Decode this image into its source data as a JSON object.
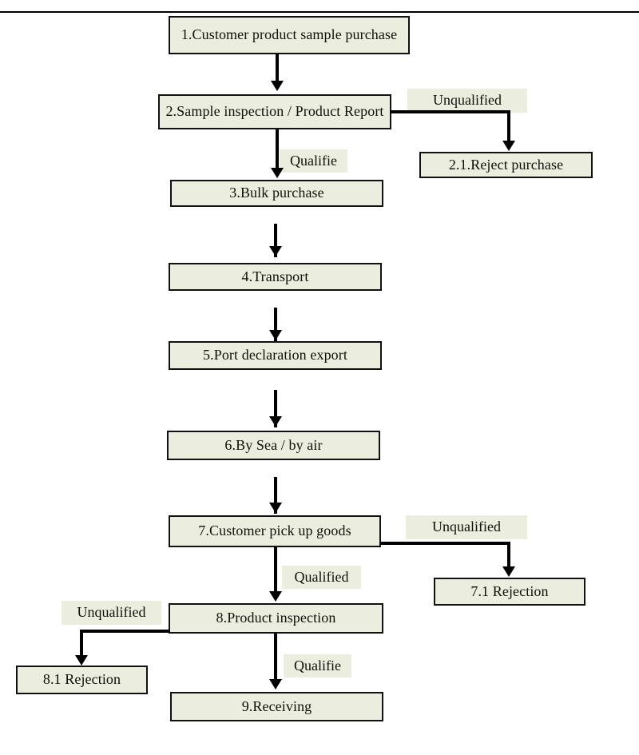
{
  "diagram": {
    "title": "Customer purchase and inspection process flowchart",
    "colors": {
      "node_fill": "#ebeede",
      "node_border": "#111111",
      "label_fill": "#ebeede",
      "connector": "#000000",
      "page_background": "#ffffff"
    },
    "nodes": [
      {
        "id": "n1",
        "label": "1.Customer product sample purchase"
      },
      {
        "id": "n2",
        "label": "2.Sample inspection / Product Report"
      },
      {
        "id": "n21",
        "label": "2.1.Reject purchase"
      },
      {
        "id": "n3",
        "label": "3.Bulk purchase"
      },
      {
        "id": "n4",
        "label": "4.Transport"
      },
      {
        "id": "n5",
        "label": "5.Port declaration export"
      },
      {
        "id": "n6",
        "label": "6.By Sea / by air"
      },
      {
        "id": "n7",
        "label": "7.Customer pick up goods"
      },
      {
        "id": "n71",
        "label": "7.1 Rejection"
      },
      {
        "id": "n8",
        "label": "8.Product inspection"
      },
      {
        "id": "n81",
        "label": "8.1 Rejection"
      },
      {
        "id": "n9",
        "label": "9.Receiving"
      }
    ],
    "edge_labels": [
      {
        "id": "l1",
        "label": "Unqualified"
      },
      {
        "id": "l2",
        "label": "Qualifie"
      },
      {
        "id": "l3",
        "label": "Unqualified"
      },
      {
        "id": "l4",
        "label": "Qualified"
      },
      {
        "id": "l5",
        "label": "Unqualified"
      },
      {
        "id": "l6",
        "label": "Qualifie"
      }
    ]
  }
}
